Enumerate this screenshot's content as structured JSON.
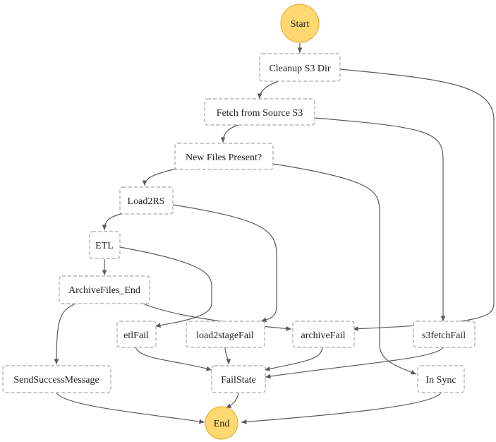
{
  "colors": {
    "terminal_fill": "#ffd872",
    "edge": "#5a5a5a",
    "box_border": "#a8a8a8"
  },
  "nodes": {
    "start": "Start",
    "cleanup": "Cleanup S3 Dir",
    "fetch": "Fetch from Source S3",
    "newfiles": "New Files Present?",
    "load2rs": "Load2RS",
    "etl": "ETL",
    "archive_end": "ArchiveFiles_End",
    "etlfail": "etlFail",
    "load2stagefail": "load2stageFail",
    "archivefail": "archiveFail",
    "s3fetchfail": "s3fetchFail",
    "sendsuccess": "SendSuccessMessage",
    "failstate": "FailState",
    "insync": "In Sync",
    "end": "End"
  },
  "edges": [
    [
      "start",
      "cleanup"
    ],
    [
      "cleanup",
      "fetch"
    ],
    [
      "cleanup",
      "archivefail"
    ],
    [
      "fetch",
      "newfiles"
    ],
    [
      "fetch",
      "s3fetchfail"
    ],
    [
      "newfiles",
      "load2rs"
    ],
    [
      "newfiles",
      "insync"
    ],
    [
      "load2rs",
      "etl"
    ],
    [
      "load2rs",
      "load2stagefail"
    ],
    [
      "etl",
      "archive_end"
    ],
    [
      "etl",
      "etlfail"
    ],
    [
      "archive_end",
      "sendsuccess"
    ],
    [
      "archive_end",
      "archivefail"
    ],
    [
      "etlfail",
      "failstate"
    ],
    [
      "load2stagefail",
      "failstate"
    ],
    [
      "archivefail",
      "failstate"
    ],
    [
      "s3fetchfail",
      "failstate"
    ],
    [
      "sendsuccess",
      "end"
    ],
    [
      "failstate",
      "end"
    ],
    [
      "insync",
      "end"
    ]
  ]
}
